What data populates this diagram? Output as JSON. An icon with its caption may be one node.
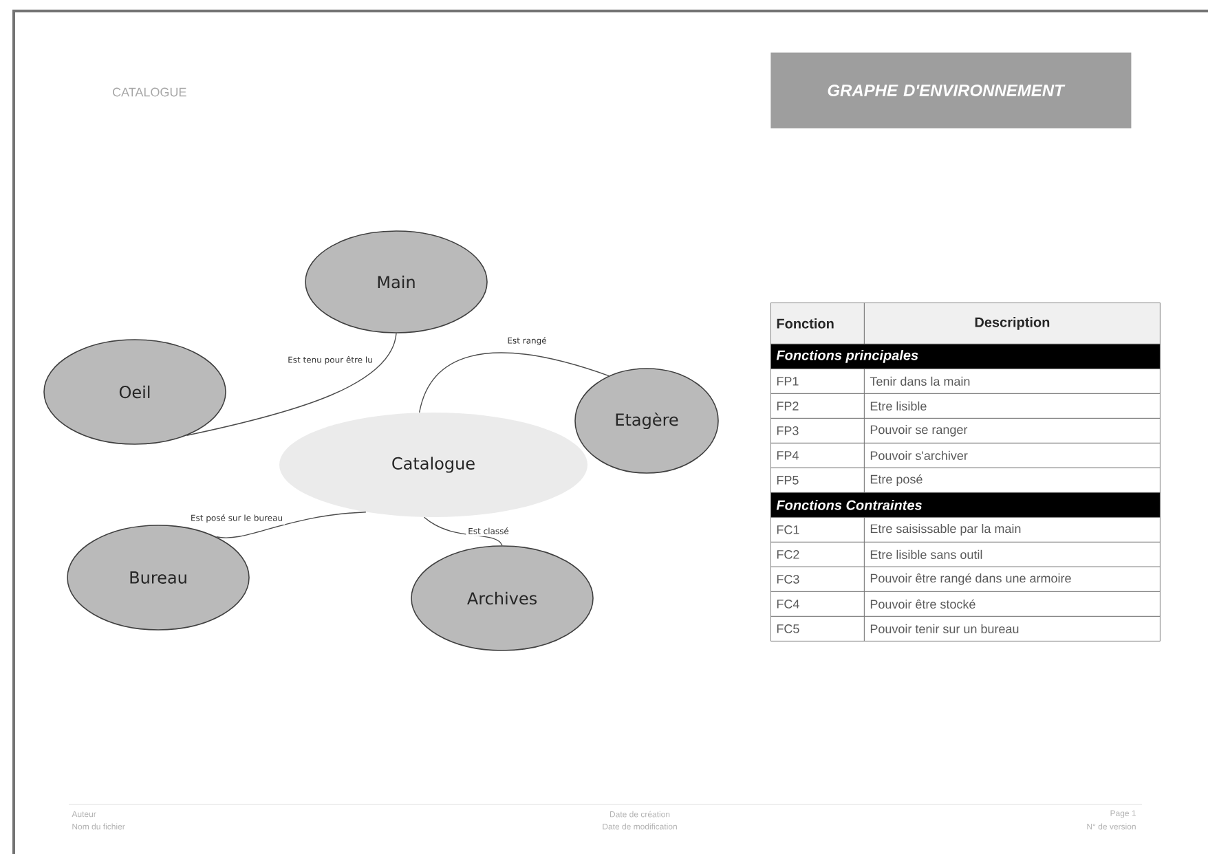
{
  "diagram": {
    "title": "GRAPHE D'ENVIRONNEMENT",
    "nodes": [
      {
        "text": [
          "Main"
        ]
      },
      {
        "text": [
          "Oeil"
        ]
      },
      {
        "text": [
          "Catalogue"
        ]
      },
      {
        "text": [
          "Etagère"
        ]
      },
      {
        "text": [
          "Bureau"
        ]
      },
      {
        "text": [
          "Archives"
        ]
      }
    ],
    "edges": [
      {
        "from": 0,
        "to": 1,
        "arrow": "none",
        "label": "Est tenu pour être lu"
      },
      {
        "from": 2,
        "to": 3,
        "arrow": "none",
        "label": "Est rangé"
      },
      {
        "from": 2,
        "to": 4,
        "arrow": "none",
        "label": "Est posé sur le bureau"
      },
      {
        "from": 2,
        "to": 5,
        "arrow": "none",
        "label": "Est classé"
      }
    ],
    "labels": [
      "CATALOGUE",
      "Fonction",
      "Description",
      "Fonctions principales",
      "FP1",
      "Tenir dans la main",
      "FP2",
      "Etre lisible",
      "FP3",
      "Pouvoir se ranger",
      "FP4",
      "Pouvoir s'archiver",
      "FP5",
      "Etre posé",
      "Fonctions Contraintes",
      "FC1",
      "Etre saisissable par la main",
      "FC2",
      "Etre lisible sans outil",
      "FC3",
      "Pouvoir être rangé dans une armoire",
      "FC4",
      "Pouvoir être stocké",
      "FC5",
      "Pouvoir tenir sur un bureau",
      "Auteur",
      "Nom du fichier",
      "Date de création",
      "Date de modification",
      "Page 1",
      "N° de version"
    ]
  }
}
